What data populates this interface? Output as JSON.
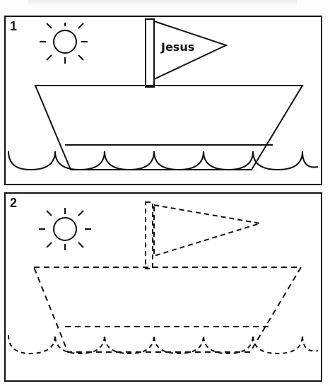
{
  "panels": [
    {
      "number": "1",
      "flag_text": "Jesus",
      "style": "solid"
    },
    {
      "number": "2",
      "flag_text": "",
      "style": "dashed"
    }
  ],
  "colors": {
    "line": "#111111",
    "background": "#ffffff"
  },
  "icons": {
    "sun": "sun-icon",
    "boat": "boat-icon",
    "flag": "flag-icon",
    "waves": "waves-icon"
  }
}
